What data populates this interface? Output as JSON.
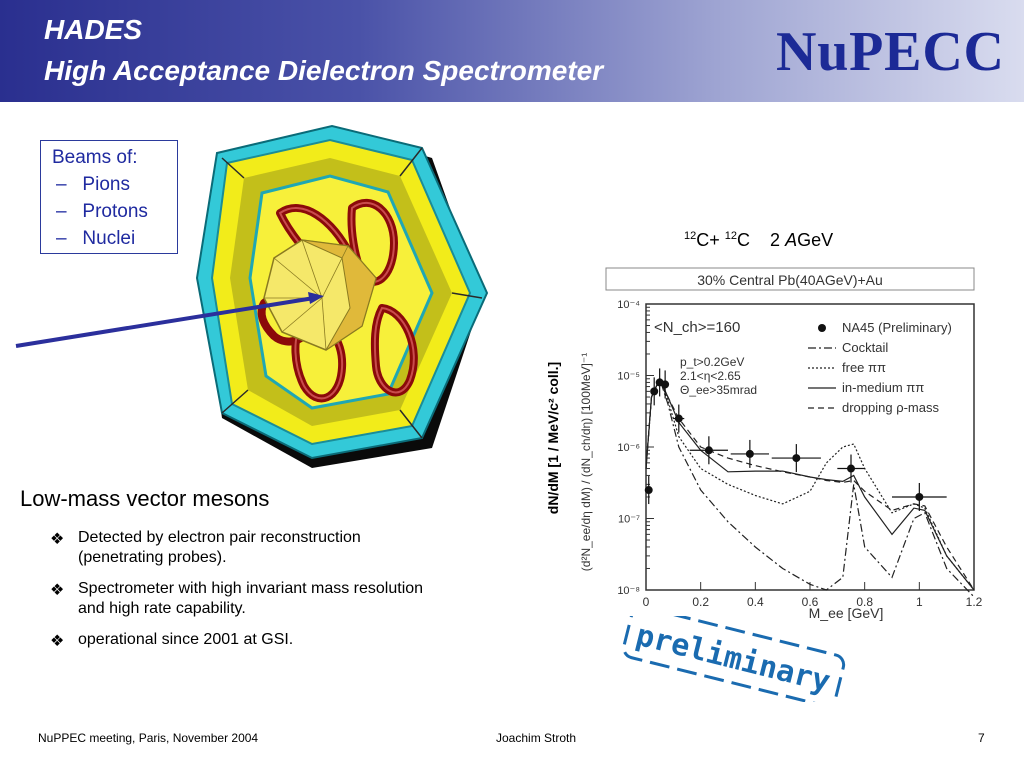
{
  "header": {
    "title_line1": "HADES",
    "title_line2": "High Acceptance Dielectron Spectrometer",
    "logo_text": "NuPECC"
  },
  "beams": {
    "heading": "Beams of:",
    "items": [
      "Pions",
      "Protons",
      "Nuclei"
    ],
    "dash": "–"
  },
  "section": {
    "title": "Low-mass vector mesons",
    "bullets": [
      "Detected by electron pair reconstruction (penetrating probes).",
      "Spectrometer with high invariant mass resolution and high rate capability.",
      "operational since 2001 at GSI."
    ],
    "bullet_glyph": "❖"
  },
  "plot": {
    "reaction": {
      "a_mass": "12",
      "a": "C+",
      "b_mass": "12",
      "b": "C",
      "energy": "2",
      "unit_a": "A",
      "unit_b": "GeV"
    },
    "overlay_ylabel": "dN/dM  [1  /  MeV/c²  coll.]",
    "preliminary_stamp": "preliminary"
  },
  "chart_data": {
    "type": "line",
    "title": "30% Central Pb(40AGeV)+Au",
    "xlabel": "M_ee [GeV]",
    "ylabel": "(d²N_ee/dη dM) / (dN_ch/dη) [100MeV]⁻¹",
    "xlim": [
      0,
      1.2
    ],
    "ylim": [
      1e-08,
      0.0001
    ],
    "y_scale": "log",
    "x_ticks": [
      "0",
      "0.2",
      "0.4",
      "0.6",
      "0.8",
      "1",
      "1.2"
    ],
    "y_ticks": [
      "10⁻⁴",
      "10⁻⁵",
      "10⁻⁶",
      "10⁻⁷",
      "10⁻⁸"
    ],
    "annotations": [
      "<N_ch>=160",
      "p_t>0.2GeV",
      "2.1<η<2.65",
      "Θ_ee>35mrad"
    ],
    "legend": [
      "NA45 (Preliminary)",
      "Cocktail",
      "free ππ",
      "in-medium ππ",
      "dropping ρ-mass"
    ],
    "legend_position": "top-right",
    "series": [
      {
        "name": "NA45 (Preliminary)",
        "style": "points",
        "x": [
          0.01,
          0.03,
          0.05,
          0.07,
          0.12,
          0.23,
          0.38,
          0.55,
          0.75,
          1.0
        ],
        "y": [
          2.5e-07,
          6e-06,
          8e-06,
          7.5e-06,
          2.5e-06,
          9e-07,
          8e-07,
          7e-07,
          5e-07,
          2e-07
        ],
        "xerr": [
          0.01,
          0.01,
          0.01,
          0.01,
          0.02,
          0.07,
          0.07,
          0.09,
          0.05,
          0.1
        ]
      },
      {
        "name": "Cocktail",
        "style": "dashdot",
        "x": [
          0.0,
          0.02,
          0.05,
          0.08,
          0.12,
          0.2,
          0.3,
          0.4,
          0.5,
          0.6,
          0.66,
          0.72,
          0.76,
          0.8,
          0.9,
          0.98,
          1.02,
          1.1,
          1.2
        ],
        "y": [
          5e-07,
          5e-06,
          9e-06,
          4e-06,
          1e-06,
          2.5e-07,
          9e-08,
          4e-08,
          2e-08,
          1.2e-08,
          1e-08,
          1.5e-08,
          3e-07,
          4e-08,
          1.5e-08,
          1e-07,
          1.2e-07,
          2e-08,
          8e-09
        ]
      },
      {
        "name": "free ππ",
        "style": "dotted",
        "x": [
          0.0,
          0.02,
          0.05,
          0.08,
          0.12,
          0.2,
          0.3,
          0.4,
          0.5,
          0.6,
          0.66,
          0.72,
          0.76,
          0.8,
          0.9,
          0.98,
          1.02,
          1.1,
          1.2
        ],
        "y": [
          5e-07,
          5e-06,
          9e-06,
          4.5e-06,
          1.4e-06,
          5e-07,
          3e-07,
          2.1e-07,
          1.6e-07,
          2.4e-07,
          6e-07,
          1e-06,
          1.1e-06,
          5e-07,
          1.2e-07,
          1.6e-07,
          1.4e-07,
          3e-08,
          1e-08
        ]
      },
      {
        "name": "in-medium ππ",
        "style": "solid",
        "x": [
          0.0,
          0.02,
          0.05,
          0.08,
          0.12,
          0.2,
          0.3,
          0.4,
          0.5,
          0.6,
          0.66,
          0.72,
          0.76,
          0.8,
          0.9,
          0.98,
          1.02,
          1.1,
          1.2
        ],
        "y": [
          5e-07,
          5e-06,
          9e-06,
          5e-06,
          2.2e-06,
          9e-07,
          4.5e-07,
          4.6e-07,
          4.6e-07,
          3.8e-07,
          3.5e-07,
          3.3e-07,
          4e-07,
          2e-07,
          6e-08,
          1.4e-07,
          1.3e-07,
          3e-08,
          1e-08
        ]
      },
      {
        "name": "dropping ρ-mass",
        "style": "dashed",
        "x": [
          0.0,
          0.02,
          0.05,
          0.08,
          0.12,
          0.2,
          0.3,
          0.4,
          0.5,
          0.6,
          0.66,
          0.72,
          0.76,
          0.8,
          0.9,
          0.98,
          1.02,
          1.1,
          1.2
        ],
        "y": [
          5e-07,
          5e-06,
          9e-06,
          5e-06,
          2.5e-06,
          1e-06,
          7e-07,
          5.5e-07,
          4.5e-07,
          3.8e-07,
          3.4e-07,
          3.2e-07,
          3.4e-07,
          2.4e-07,
          1.3e-07,
          1.6e-07,
          1.5e-07,
          4e-08,
          1e-08
        ]
      }
    ]
  },
  "footer": {
    "left": "NuPPEC meeting, Paris, November  2004",
    "center": "Joachim Stroth",
    "page": "7"
  }
}
